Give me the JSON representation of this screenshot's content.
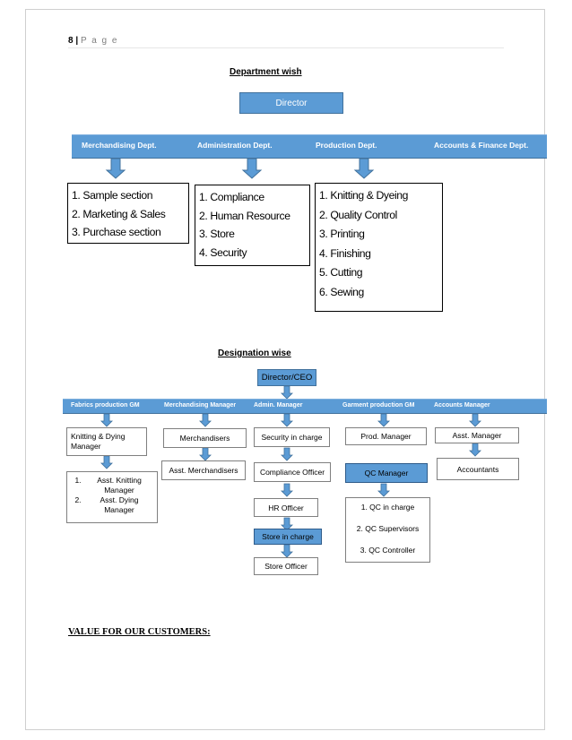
{
  "header": {
    "page_number": "8",
    "separator": "|",
    "page_word": "P a g e"
  },
  "department_section": {
    "title": "Department wish",
    "director": "Director",
    "departments": [
      "Merchandising Dept.",
      "Administration Dept.",
      "Production Dept.",
      "Accounts & Finance Dept."
    ],
    "merchandising_list": [
      "1. Sample section",
      "2. Marketing & Sales",
      "3. Purchase section"
    ],
    "administration_list": [
      "1. Compliance",
      "2. Human Resource",
      "3. Store",
      "4.  Security"
    ],
    "production_list": [
      "1. Knitting & Dyeing",
      "2. Quality Control",
      "3. Printing",
      "4. Finishing",
      "5. Cutting",
      "6. Sewing"
    ]
  },
  "designation_section": {
    "title": "Designation wise",
    "director": "Director/CEO",
    "managers": [
      "Fabrics production GM",
      "Merchandising Manager",
      "Admin. Manager",
      "Garment production GM",
      "Accounts Manager"
    ],
    "fabrics": {
      "manager": "Knitting & Dying Manager",
      "list": [
        {
          "num": "1.",
          "text": "Asst. Knitting Manager"
        },
        {
          "num": "2.",
          "text": "Asst. Dying Manager"
        }
      ]
    },
    "merchandising": {
      "merchandisers": "Merchandisers",
      "asst": "Asst. Merchandisers"
    },
    "admin": {
      "security": "Security in charge",
      "compliance": "Compliance Officer",
      "hr": "HR Officer",
      "store_in_charge": "Store in charge",
      "store_officer": "Store Officer"
    },
    "garment": {
      "prod_manager": "Prod. Manager",
      "qc_manager": "QC Manager",
      "qc_list": [
        "1. QC in charge",
        "2. QC Supervisors",
        "3. QC Controller"
      ]
    },
    "accounts": {
      "asst": "Asst. Manager",
      "accountants": "Accountants"
    }
  },
  "value_heading": "VALUE FOR OUR CUSTOMERS:",
  "colors": {
    "box_blue": "#5b9bd5",
    "box_border": "#41719c"
  }
}
